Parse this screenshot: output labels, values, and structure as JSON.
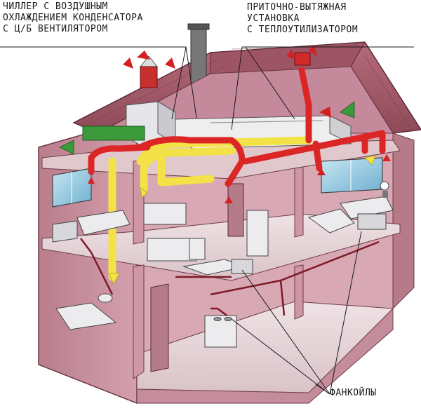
{
  "labels": {
    "chiller": [
      "ЧИЛЛЕР С ВОЗДУШНЫМ",
      "ОХЛАЖДЕНИЕМ КОНДЕНСАТОРА",
      "С Ц/Б ВЕНТИЛЯТОРОМ"
    ],
    "ventilation": [
      "ПРИТОЧНО-ВЫТЯЖНАЯ",
      "УСТАНОВКА",
      "С ТЕПЛОУТИЛИЗАТОРОМ"
    ],
    "fancoils": "ФАНКОЙЛЫ"
  },
  "colors": {
    "wall": "#c98f9e",
    "wall_dark": "#a86878",
    "wall_light": "#dbb0bc",
    "roof": "#a85a6a",
    "floor": "#e7d5d8",
    "duct_red": "#e02828",
    "duct_yellow": "#f5e640",
    "pipe": "#8a1d2a",
    "equipment": "#e8e8ec",
    "arrow_green": "#3a9a3a"
  }
}
